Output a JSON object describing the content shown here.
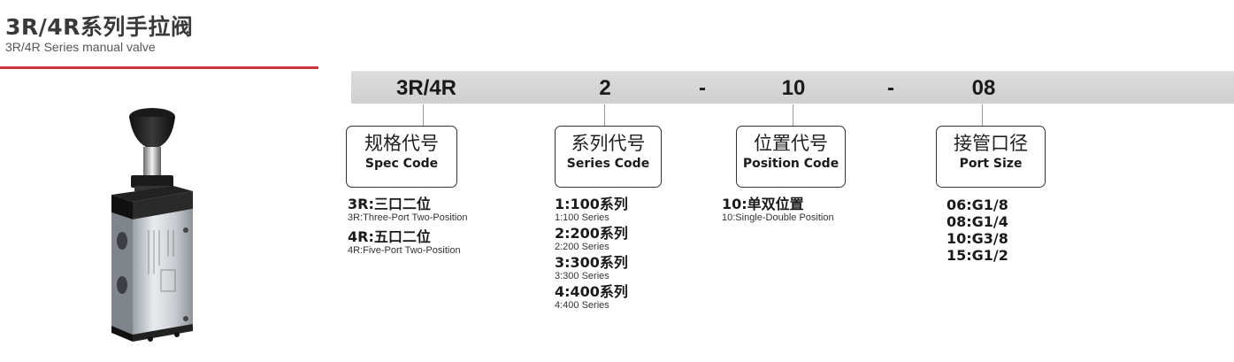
{
  "header": {
    "title_cn": "3R/4R系列手拉阀",
    "title_en": "3R/4R Series manual valve"
  },
  "code_bar": {
    "segments": [
      "3R/4R",
      "2",
      "-",
      "10",
      "-",
      "08"
    ]
  },
  "fields": [
    {
      "label_cn": "规格代号",
      "label_en": "Spec Code",
      "options": [
        {
          "main": "3R:三口二位",
          "sub": "3R:Three-Port Two-Position"
        },
        {
          "main": "4R:五口二位",
          "sub": "4R:Five-Port Two-Position"
        }
      ]
    },
    {
      "label_cn": "系列代号",
      "label_en": "Series Code",
      "options": [
        {
          "main": "1:100系列",
          "sub": "1:100 Series"
        },
        {
          "main": "2:200系列",
          "sub": "2:200 Series"
        },
        {
          "main": "3:300系列",
          "sub": "3:300 Series"
        },
        {
          "main": "4:400系列",
          "sub": "4:400 Series"
        }
      ]
    },
    {
      "label_cn": "位置代号",
      "label_en": "Position Code",
      "options": [
        {
          "main": "10:单双位置",
          "sub": "10:Single-Double Position"
        }
      ]
    },
    {
      "label_cn": "接管口径",
      "label_en": "Port Size",
      "options": [
        {
          "main": "06:G1/8"
        },
        {
          "main": "08:G1/4"
        },
        {
          "main": "10:G3/8"
        },
        {
          "main": "15:G1/2"
        }
      ]
    }
  ],
  "colors": {
    "accent_rule": "#c8363a",
    "bar_gray": "#d5d5d5"
  }
}
